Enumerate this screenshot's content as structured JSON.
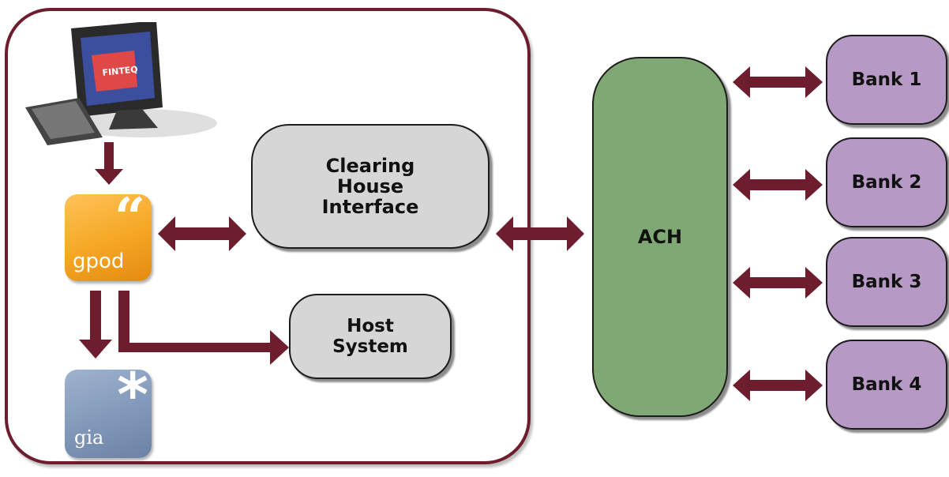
{
  "nodes": {
    "clearing_house": "Clearing House Interface",
    "host_system": "Host System",
    "ach": "ACH",
    "banks": [
      "Bank 1",
      "Bank 2",
      "Bank 3",
      "Bank 4"
    ]
  },
  "logos": {
    "gpod": {
      "name": "gpod",
      "mark": "“"
    },
    "gia": {
      "name": "gia",
      "mark": "*"
    },
    "monitor_screen_text": "FINTEQ"
  },
  "colors": {
    "frame": "#6e1d2e",
    "arrows": "#6e1d2e",
    "interface_box": "#d6d6d6",
    "ach_box": "#7fa874",
    "bank_box": "#b699c4",
    "gpod_logo": "#f5a623",
    "gia_logo": "#7e95b6"
  }
}
